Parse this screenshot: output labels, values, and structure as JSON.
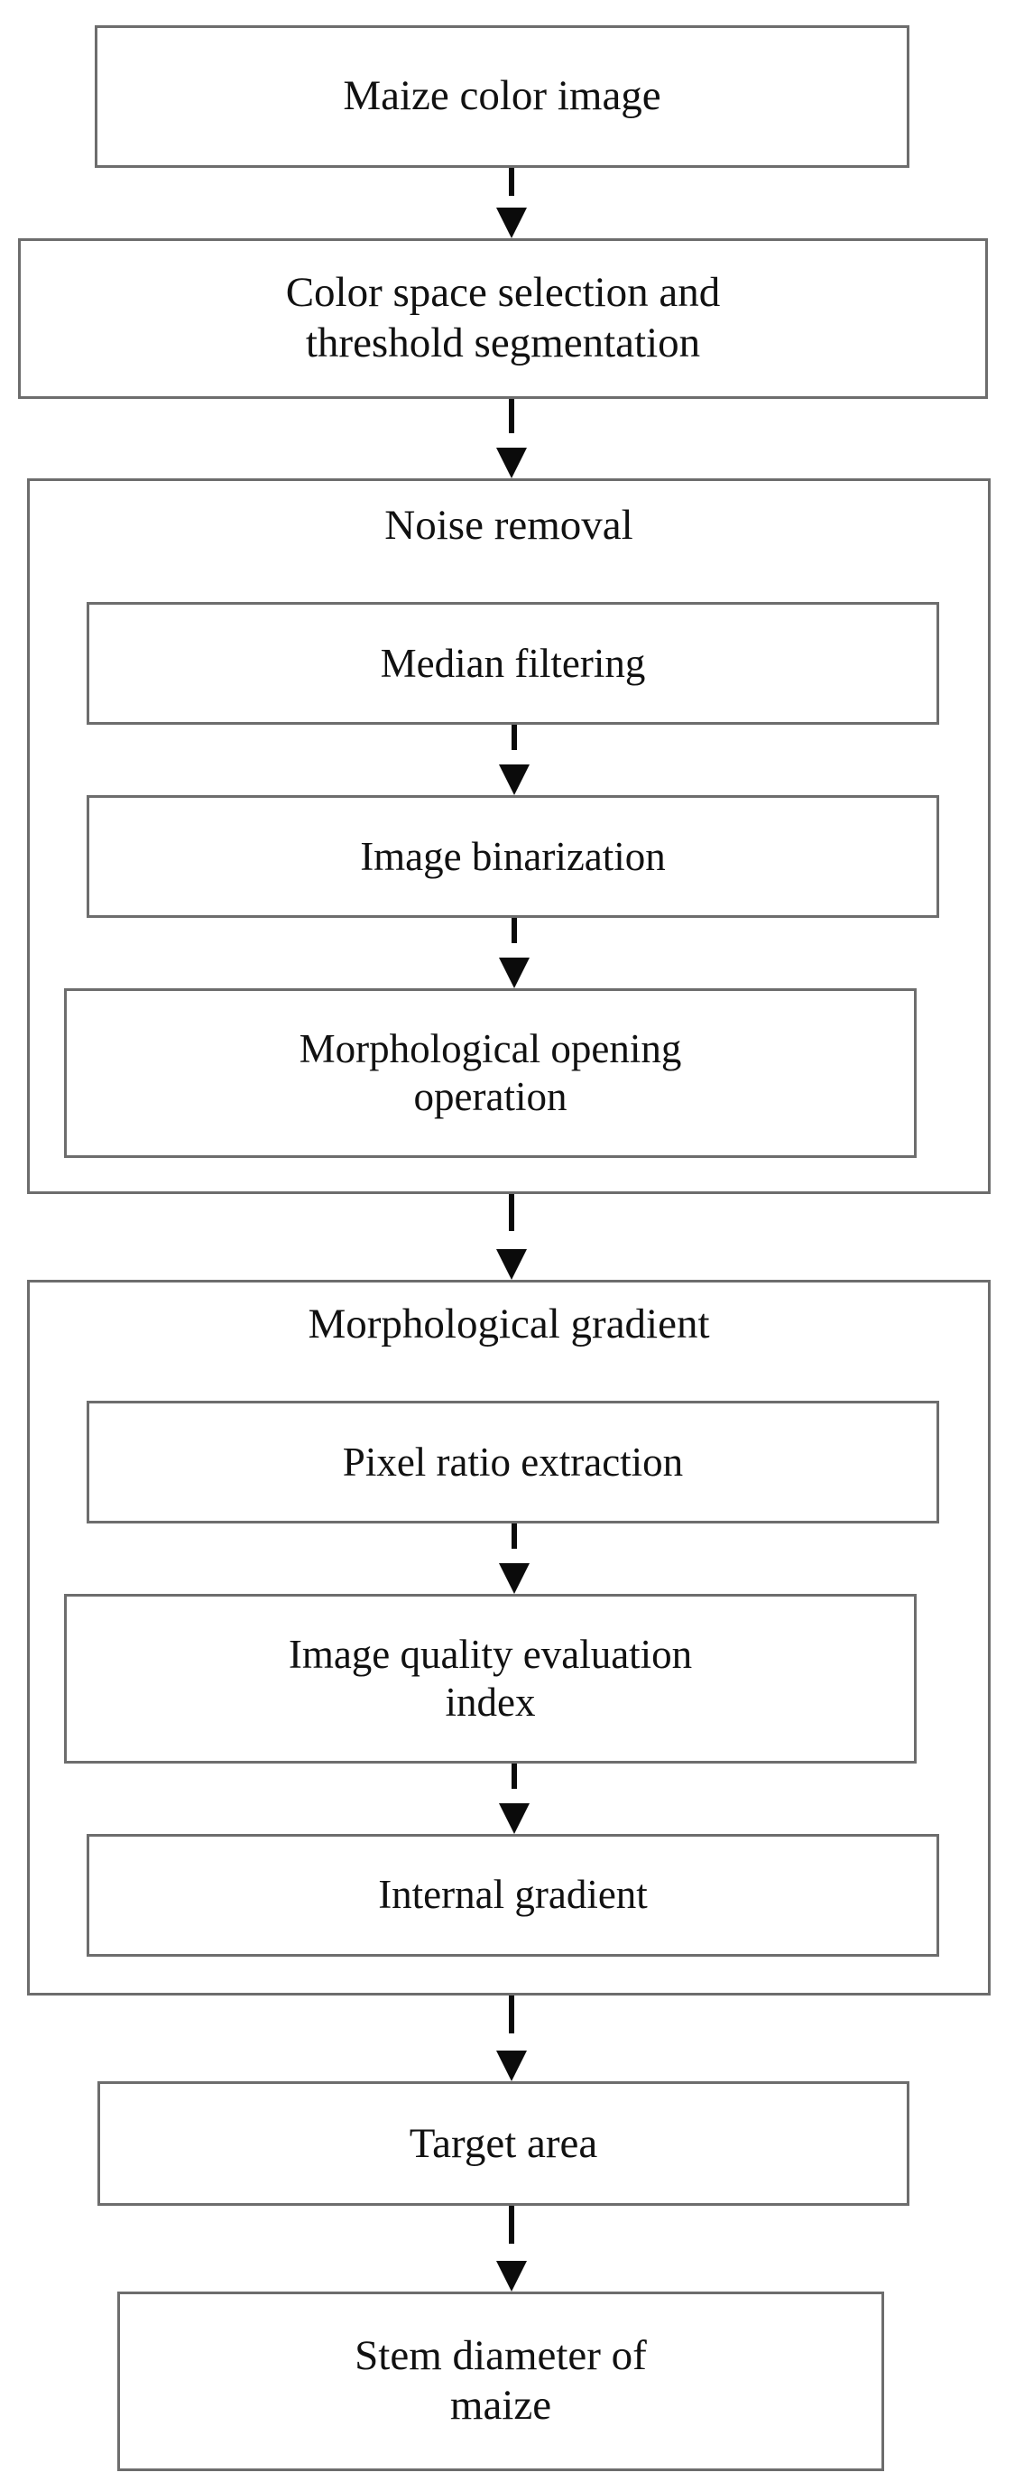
{
  "diagram": {
    "title": "Maize stem diameter measurement processing flow",
    "type": "flowchart",
    "orientation": "top-to-bottom",
    "colors": {
      "box_border": "#6d6d6d",
      "box_fill": "#ffffff",
      "arrow": "#0b0b0b",
      "text": "#111111",
      "background": "#ffffff"
    },
    "nodes": {
      "n1": {
        "label": "Maize color image"
      },
      "n2": {
        "label": "Color space selection and\nthreshold segmentation"
      },
      "g1": {
        "label": "Noise removal"
      },
      "g1c1": {
        "label": "Median filtering"
      },
      "g1c2": {
        "label": "Image binarization"
      },
      "g1c3": {
        "label": "Morphological opening\noperation"
      },
      "g2": {
        "label": "Morphological gradient"
      },
      "g2c1": {
        "label": "Pixel ratio extraction"
      },
      "g2c2": {
        "label": "Image quality evaluation\nindex"
      },
      "g2c3": {
        "label": "Internal gradient"
      },
      "n3": {
        "label": "Target area"
      },
      "n4": {
        "label": "Stem diameter of\nmaize"
      }
    },
    "edges": [
      {
        "from": "Maize color image",
        "to": "Color space selection and threshold segmentation",
        "marker": "arrow-down-icon"
      },
      {
        "from": "Color space selection and threshold segmentation",
        "to": "Noise removal",
        "marker": "arrow-down-icon"
      },
      {
        "from": "Median filtering",
        "to": "Image binarization",
        "marker": "arrow-down-icon"
      },
      {
        "from": "Image binarization",
        "to": "Morphological opening operation",
        "marker": "arrow-down-icon"
      },
      {
        "from": "Noise removal",
        "to": "Morphological gradient",
        "marker": "arrow-down-icon"
      },
      {
        "from": "Pixel ratio extraction",
        "to": "Image quality evaluation index",
        "marker": "arrow-down-icon"
      },
      {
        "from": "Image quality evaluation index",
        "to": "Internal gradient",
        "marker": "arrow-down-icon"
      },
      {
        "from": "Morphological gradient",
        "to": "Target area",
        "marker": "arrow-down-icon"
      },
      {
        "from": "Target area",
        "to": "Stem diameter of maize",
        "marker": "arrow-down-icon"
      }
    ]
  }
}
